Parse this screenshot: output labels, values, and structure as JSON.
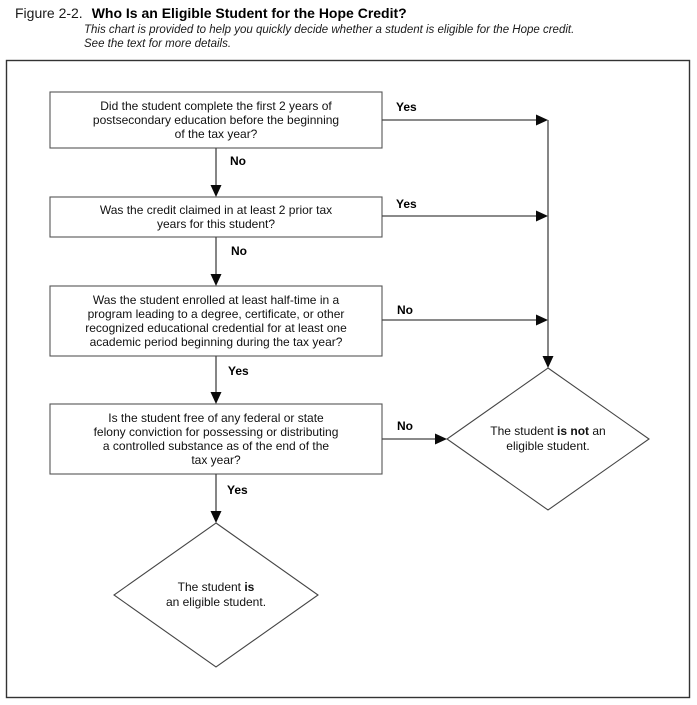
{
  "header": {
    "figure_label": "Figure 2-2.",
    "title": "Who Is an Eligible Student for the Hope Credit?",
    "subtitle_line1": "This chart is provided to help you quickly decide whether a student is eligible for the Hope credit.",
    "subtitle_line2": "See the text for more details."
  },
  "flowchart": {
    "boxes": [
      {
        "lines": [
          "Did the student complete the first 2 years of",
          "postsecondary education before the beginning",
          "of the tax year?"
        ],
        "right_label": "Yes",
        "down_label": "No"
      },
      {
        "lines": [
          "Was the credit claimed in at least 2 prior tax",
          "years for this student?"
        ],
        "right_label": "Yes",
        "down_label": "No"
      },
      {
        "lines": [
          "Was the student enrolled at least half-time in a",
          "program leading to a degree, certificate, or other",
          "recognized educational credential for at least one",
          "academic period beginning during the tax year?"
        ],
        "right_label": "No",
        "down_label": "Yes"
      },
      {
        "lines": [
          "Is the student free of any federal or state",
          "felony conviction for possessing or distributing",
          "a controlled substance as of the end of the",
          "tax year?"
        ],
        "right_label": "No",
        "down_label": "Yes"
      }
    ],
    "terminals": {
      "not_eligible": {
        "line1_pre": "The student ",
        "line1_bold": "is not",
        "line1_post": " an",
        "line2": "eligible student."
      },
      "eligible": {
        "line1_pre": "The student ",
        "line1_bold": "is",
        "line1_post": "",
        "line2": "an eligible student."
      }
    },
    "colors": {
      "line": "#454545",
      "arrowhead": "#0a0a0a",
      "text": "#111111",
      "background": "#ffffff"
    }
  }
}
